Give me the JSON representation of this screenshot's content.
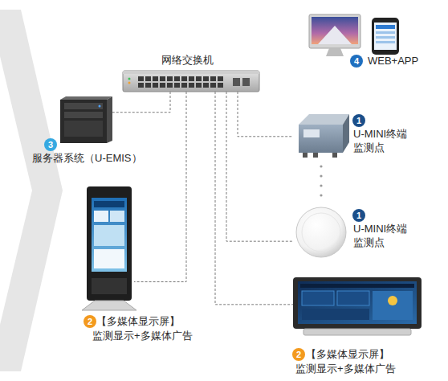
{
  "diagram": {
    "nodes": [
      {
        "text": [
          "网络交换机"
        ]
      },
      {
        "text": [
          "4",
          "WEB+APP"
        ]
      },
      {
        "text": [
          "3",
          "服务器系统（U-EMIS）"
        ]
      },
      {
        "text": [
          "1",
          "U-MINI终端 监测点"
        ]
      },
      {
        "text": [
          "1",
          "U-MINI终端 监测点"
        ]
      },
      {
        "text": [
          "2",
          "【多媒体显示屏】",
          "监测显示+多媒体广告"
        ]
      },
      {
        "text": [
          "2",
          "【多媒体显示屏】",
          "监测显示+多媒体广告"
        ]
      }
    ],
    "edges": [
      {
        "from": 0,
        "to": 2,
        "arrow": "none"
      },
      {
        "from": 0,
        "to": 3,
        "arrow": "none"
      },
      {
        "from": 0,
        "to": 4,
        "arrow": "none"
      },
      {
        "from": 0,
        "to": 5,
        "arrow": "none"
      },
      {
        "from": 0,
        "to": 6,
        "arrow": "none"
      }
    ]
  }
}
